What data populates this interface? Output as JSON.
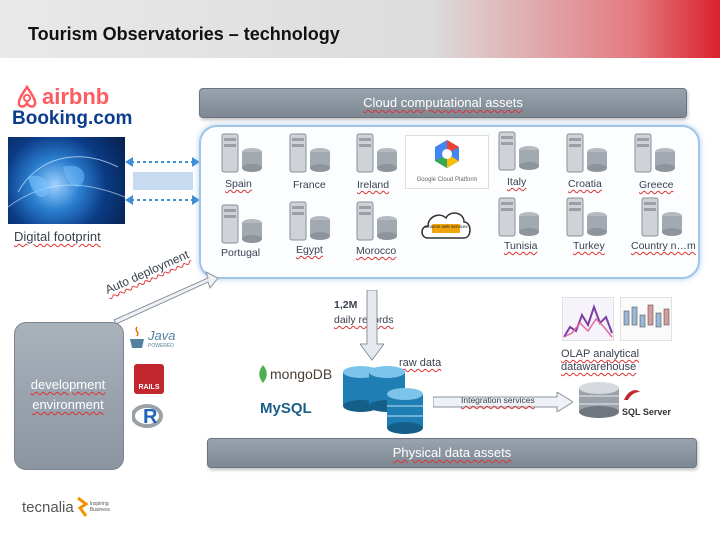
{
  "title": "Tourism Observatories – technology",
  "logos": {
    "airbnb": "airbnb",
    "booking": "Booking.com",
    "java": "Java",
    "java_sub": "POWERED",
    "rails": "RAILS",
    "r": "R",
    "mongodb": "mongoDB",
    "mysql": "MySQL",
    "sqlserver": "SQL Server",
    "tecnalia": "tecnalia",
    "tecnalia_sub": "Inspiring Business",
    "google_cloud": "Google Cloud Platform",
    "aws": "amazon web services"
  },
  "digital_footprint": "Digital footprint",
  "cloud_header": "Cloud computational assets",
  "countries": {
    "spain": "Spain",
    "france": "France",
    "ireland": "Ireland",
    "italy": "Italy",
    "croatia": "Croatia",
    "greece": "Greece",
    "portugal": "Portugal",
    "egypt": "Egypt",
    "morocco": "Morocco",
    "tunisia": "Tunisia",
    "turkey": "Turkey",
    "country_n": "Country n…m"
  },
  "auto_deployment": "Auto deployment",
  "records": {
    "line1": "1,2M",
    "line2": "daily records"
  },
  "raw_data": "raw data",
  "olap": {
    "line1": "OLAP analytical",
    "line2": "datawarehouse"
  },
  "integration": "Integration services",
  "dev_env": {
    "line1": "development",
    "line2": "environment"
  },
  "physical": "Physical data assets",
  "colors": {
    "accent": "#d9212e",
    "bar": "#8a949e",
    "cloud_border": "#9fc6e6"
  }
}
